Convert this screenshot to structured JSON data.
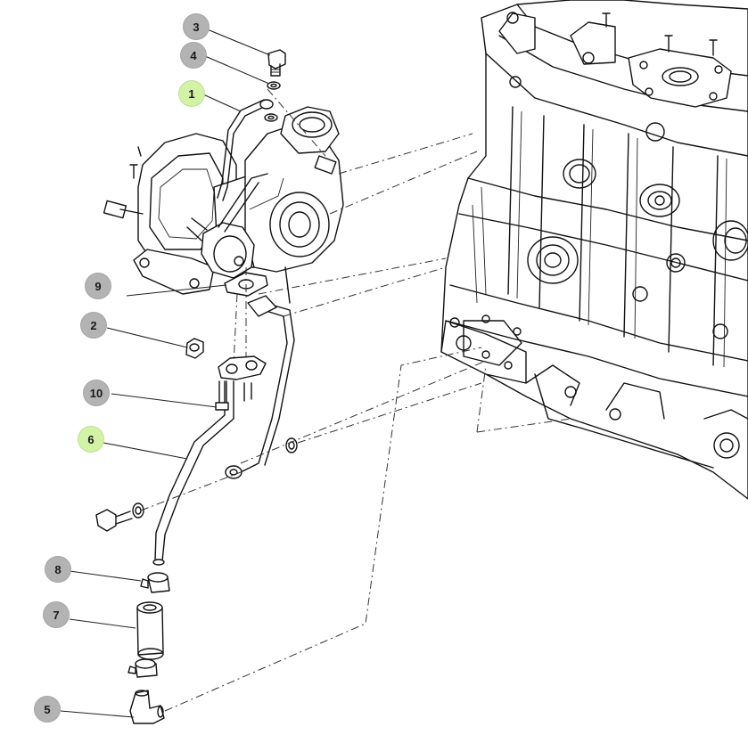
{
  "callouts": [
    {
      "id": "c3",
      "label": "3",
      "style": "gray"
    },
    {
      "id": "c4",
      "label": "4",
      "style": "gray"
    },
    {
      "id": "c1",
      "label": "1",
      "style": "green"
    },
    {
      "id": "c9",
      "label": "9",
      "style": "gray"
    },
    {
      "id": "c2",
      "label": "2",
      "style": "gray"
    },
    {
      "id": "c10",
      "label": "10",
      "style": "gray"
    },
    {
      "id": "c6",
      "label": "6",
      "style": "green"
    },
    {
      "id": "c8",
      "label": "8",
      "style": "gray"
    },
    {
      "id": "c7",
      "label": "7",
      "style": "gray"
    },
    {
      "id": "c5",
      "label": "5",
      "style": "gray"
    }
  ],
  "colors": {
    "badge_gray": "#b3b3b3",
    "badge_green": "#d2f2a5",
    "line": "#111111"
  }
}
